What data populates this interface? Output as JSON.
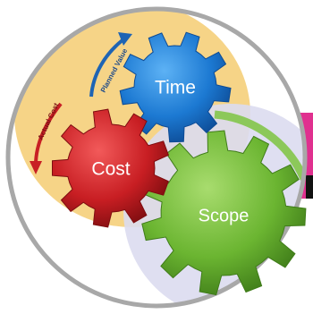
{
  "gears": [
    {
      "id": "time",
      "label": "Time",
      "color": "#1f7fd6"
    },
    {
      "id": "cost",
      "label": "Cost",
      "color": "#c81f24"
    },
    {
      "id": "scope",
      "label": "Scope",
      "color": "#6fb83a"
    }
  ],
  "arrows": {
    "planned_value": {
      "label": "Planned Value",
      "color": "#1e64b4"
    },
    "actual_cost": {
      "label": "Actual Cost",
      "color": "#c81f24"
    }
  },
  "colors": {
    "orange_region": "#f6d487",
    "lavender_region": "#dcdcf0",
    "magenta_tab": "#e0308f",
    "ring": "#a8a8a8"
  }
}
